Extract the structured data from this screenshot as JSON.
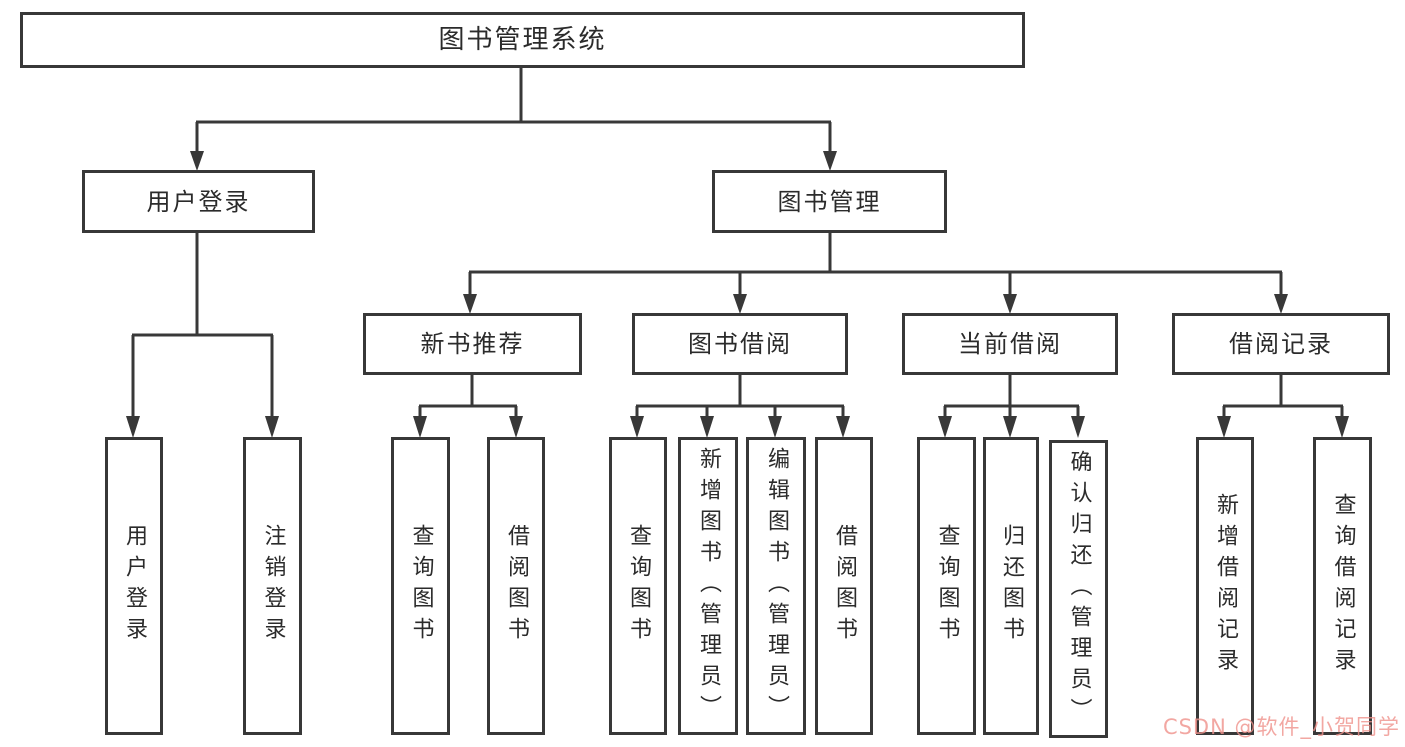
{
  "page": {
    "background": "#ffffff",
    "line_color": "#383838",
    "text_color": "#2b2b2b"
  },
  "watermark": {
    "text": "CSDN @软件_小贺同学",
    "color": "#f0928c"
  },
  "nodes": {
    "root": "图书管理系统",
    "user_login": "用户登录",
    "book_mgmt": "图书管理",
    "new_book_rec": "新书推荐",
    "book_borrow": "图书借阅",
    "current_borrow": "当前借阅",
    "borrow_record": "借阅记录",
    "leaf_user_login": "用户登录",
    "leaf_logout": "注销登录",
    "leaf_query_book_rec": "查询图书",
    "leaf_borrow_book_rec": "借阅图书",
    "leaf_query_book_borrow": "查询图书",
    "leaf_add_book_admin": "新增图书（管理员）",
    "leaf_edit_book_admin": "编辑图书（管理员）",
    "leaf_borrow_book_borrow": "借阅图书",
    "leaf_query_book_current": "查询图书",
    "leaf_return_book": "归还图书",
    "leaf_confirm_return_admin": "确认归还（管理员）",
    "leaf_add_borrow_record": "新增借阅记录",
    "leaf_query_borrow_record": "查询借阅记录"
  }
}
